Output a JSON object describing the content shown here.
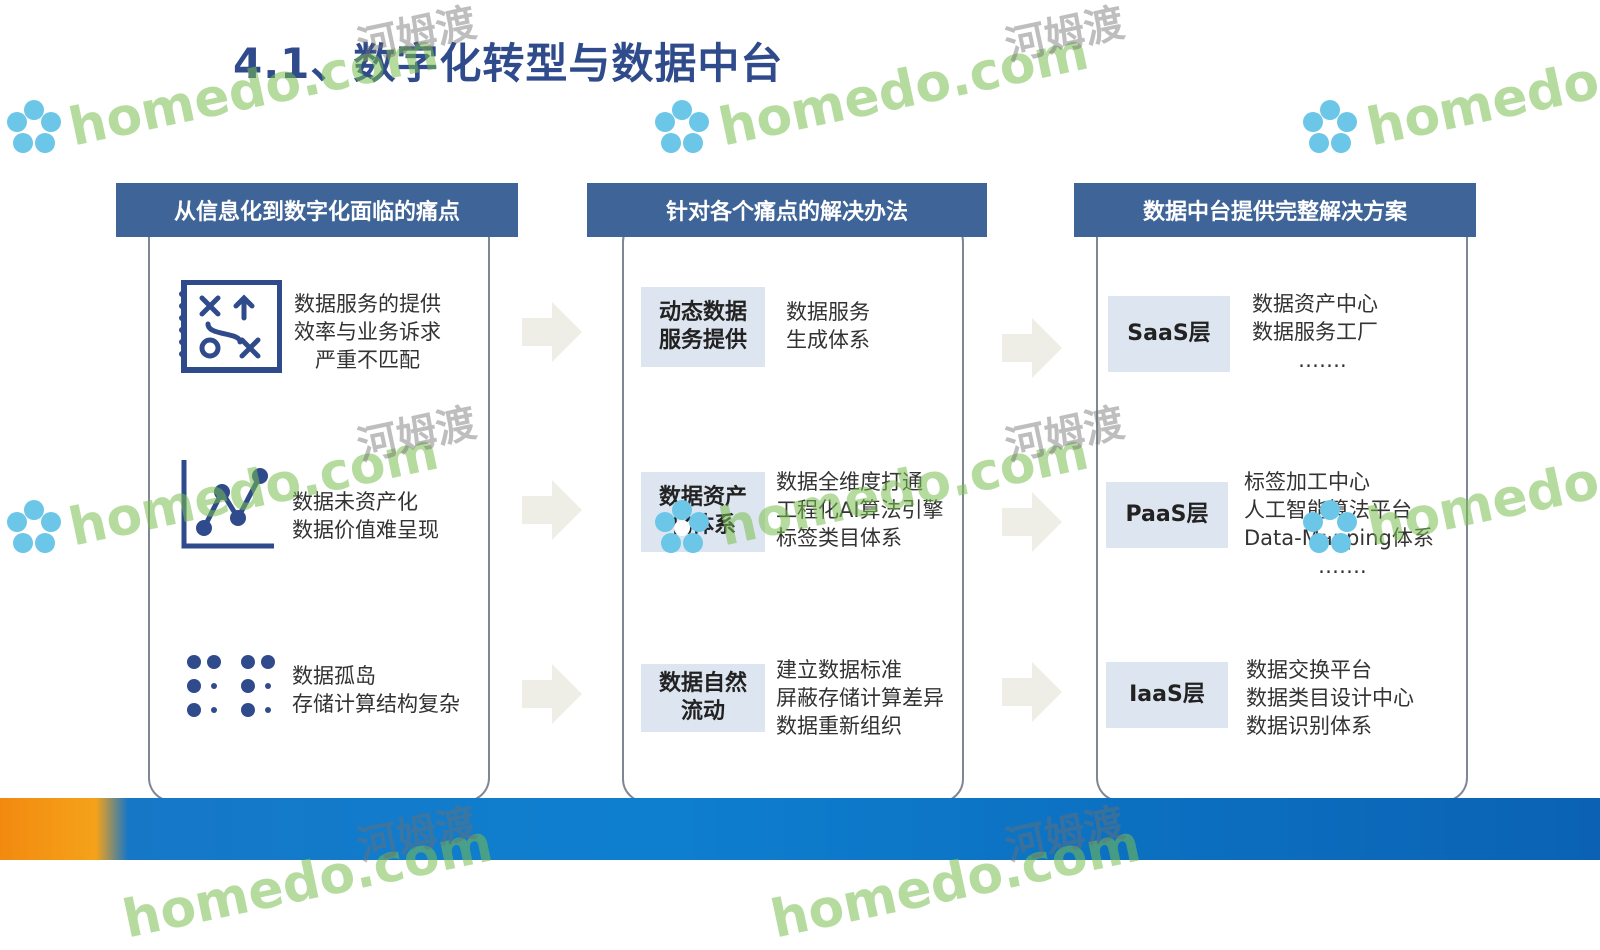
{
  "title": "4.1、数字化转型与数据中台",
  "columns": [
    {
      "header": "从信息化到数字化面临的痛点"
    },
    {
      "header": "针对各个痛点的解决办法"
    },
    {
      "header": "数据中台提供完整解决方案"
    }
  ],
  "pain_points": [
    {
      "icon": "strategy-board-icon",
      "lines": [
        "数据服务的提供",
        "效率与业务诉求",
        "严重不匹配"
      ]
    },
    {
      "icon": "line-chart-icon",
      "lines": [
        "数据未资产化",
        "数据价值难呈现"
      ]
    },
    {
      "icon": "dot-grid-icon",
      "lines": [
        "数据孤岛",
        "存储计算结构复杂"
      ]
    }
  ],
  "solutions": [
    {
      "label": [
        "动态数据",
        "服务提供"
      ],
      "lines": [
        "数据服务",
        "生成体系"
      ]
    },
    {
      "label": [
        "数据资产",
        "化体系"
      ],
      "lines": [
        "数据全维度打通",
        "工程化AI算法引擎",
        "标签类目体系"
      ]
    },
    {
      "label": [
        "数据自然",
        "流动"
      ],
      "lines": [
        "建立数据标准",
        "屏蔽存储计算差异",
        "数据重新组织"
      ]
    }
  ],
  "layers": [
    {
      "label": "SaaS层",
      "lines": [
        "数据资产中心",
        "数据服务工厂",
        "……."
      ]
    },
    {
      "label": "PaaS层",
      "lines": [
        "标签加工中心",
        "人工智能算法平台",
        "Data-Mapping体系",
        "……."
      ]
    },
    {
      "label": "IaaS层",
      "lines": [
        "数据交换平台",
        "数据类目设计中心",
        "数据识别体系"
      ]
    }
  ],
  "watermark": {
    "text": "homedo.com",
    "cn": "河姆渡"
  },
  "colors": {
    "header_bg": "#3f6498",
    "title": "#2f4b8c",
    "label_bg": "#dde6f0",
    "arrow": "#eeede6",
    "icon": "#2f4b8c"
  }
}
